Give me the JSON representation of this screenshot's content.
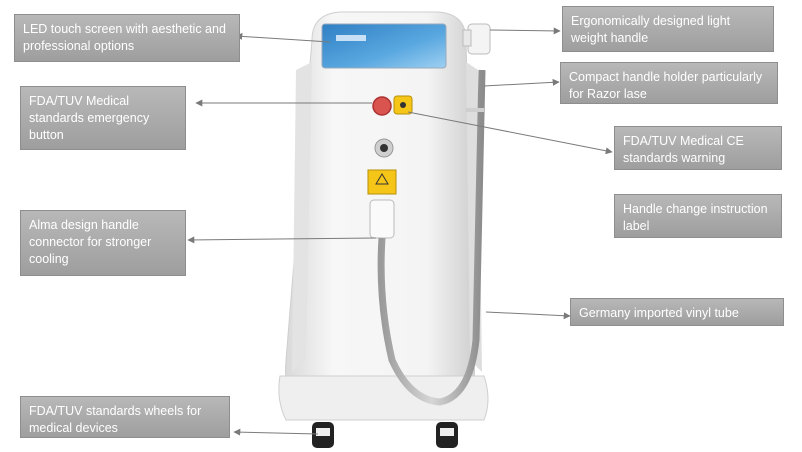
{
  "callouts": {
    "led_screen": "LED touch screen with aesthetic and professional options",
    "emergency_button": "FDA/TUV Medical standards emergency button",
    "handle_connector": "Alma design handle connector for stronger cooling",
    "wheels": "FDA/TUV standards wheels for medical devices",
    "light_handle": "Ergonomically designed light weight handle",
    "handle_holder": "Compact handle holder particularly for Razor lase",
    "ce_warning": "FDA/TUV Medical CE standards warning",
    "change_label": "Handle change instruction label",
    "vinyl_tube": "Germany imported vinyl tube"
  },
  "colors": {
    "callout_bg": "#a9a9a9",
    "arrow": "#7a7a7a",
    "machine_body": "#f2f2f2",
    "screen": "#3a8fd0",
    "emergency_red": "#d9534f",
    "warning_yellow": "#f5c518"
  }
}
